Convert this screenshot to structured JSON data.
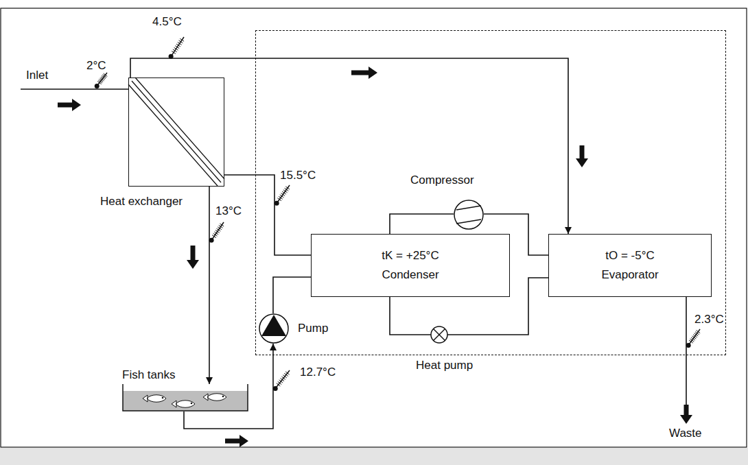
{
  "diagram": {
    "nodes": [
      {
        "text": [
          "Heat exchanger"
        ]
      },
      {
        "text": [
          "Heat pump"
        ]
      },
      {
        "text": [
          "Compressor"
        ],
        "in": 1
      },
      {
        "text": [
          "tK = +25°C",
          "Condenser"
        ],
        "in": 1
      },
      {
        "text": [
          "tO = -5°C",
          "Evaporator"
        ],
        "in": 1
      },
      {
        "text": [
          "Pump"
        ],
        "in": 1
      },
      {
        "text": [
          "Fish tanks"
        ]
      }
    ],
    "edges": [
      {
        "from": 0,
        "to": 4,
        "arrow": "to"
      },
      {
        "from": 0,
        "to": 6,
        "arrow": "to"
      },
      {
        "from": 6,
        "to": 5,
        "arrow": "to"
      },
      {
        "from": 5,
        "to": 3,
        "arrow": "none"
      },
      {
        "from": 3,
        "to": 0,
        "arrow": "none"
      },
      {
        "from": 3,
        "to": 2,
        "arrow": "none"
      },
      {
        "from": 2,
        "to": 4,
        "arrow": "none"
      },
      {
        "from": 3,
        "to": 4,
        "arrow": "none"
      }
    ],
    "labels": [
      "Inlet",
      "2°C",
      "4.5°C",
      "15.5°C",
      "13°C",
      "12.7°C",
      "2.3°C",
      "Waste"
    ]
  }
}
